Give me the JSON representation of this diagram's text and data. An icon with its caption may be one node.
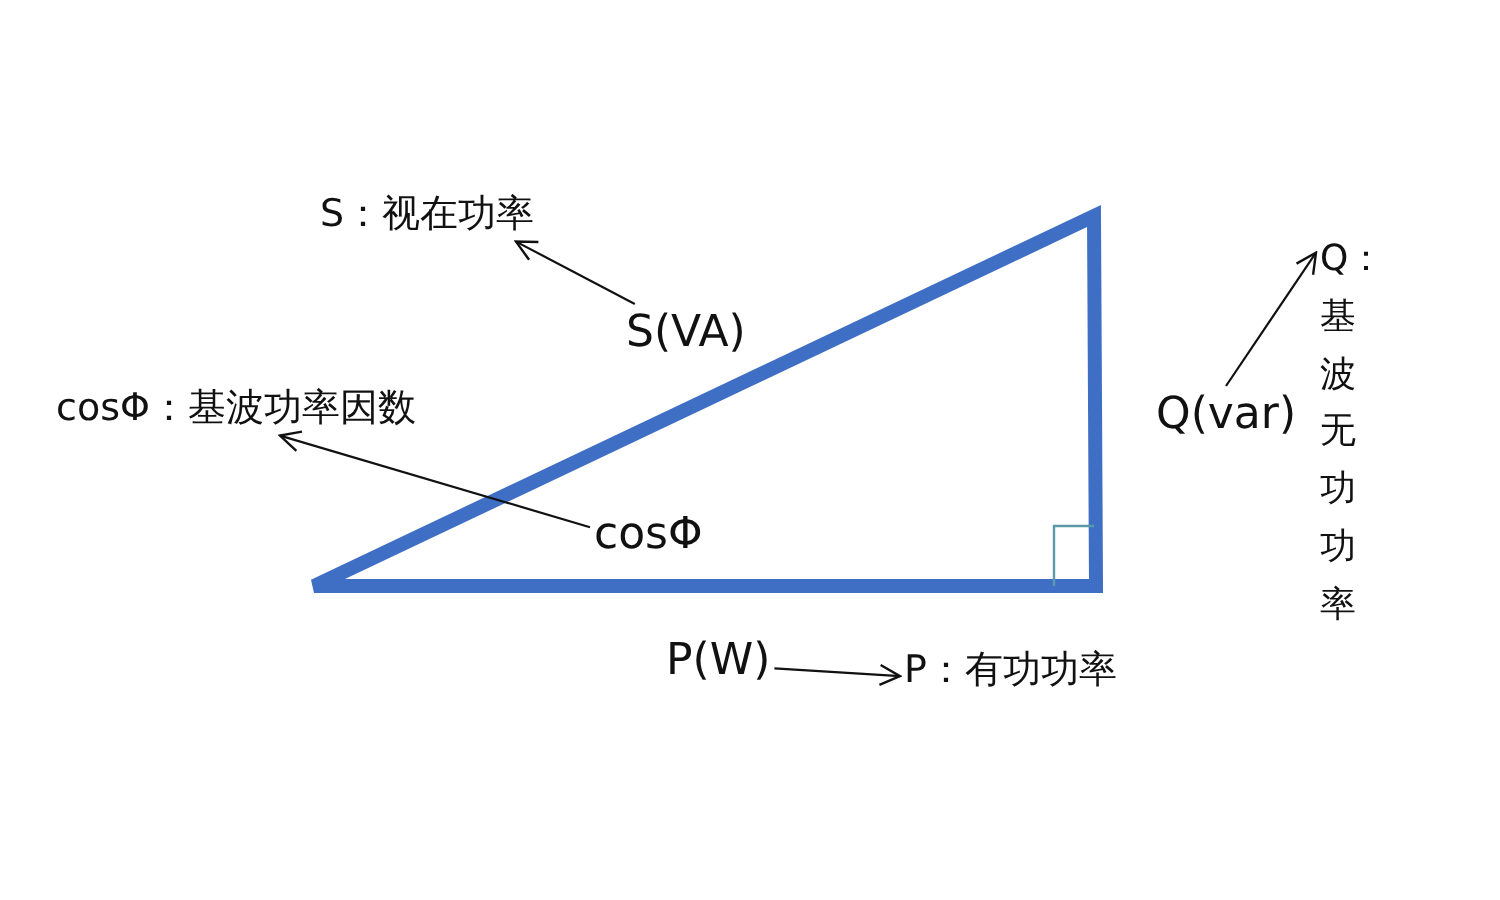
{
  "diagram": {
    "nodes": [
      {
        "text": [
          "S：视在功率"
        ]
      },
      {
        "text": [
          "S(VA)"
        ]
      },
      {
        "text": [
          "cosΦ：基波功率因数"
        ]
      },
      {
        "text": [
          "cosΦ"
        ]
      },
      {
        "text": [
          "Q：基波无功功率"
        ]
      },
      {
        "text": [
          "Q(var)"
        ]
      },
      {
        "text": [
          "P(W)"
        ]
      },
      {
        "text": [
          "P：有功功率"
        ]
      }
    ],
    "edges": [
      {
        "from": 1,
        "to": 0,
        "arrow": "to"
      },
      {
        "from": 3,
        "to": 2,
        "arrow": "to"
      },
      {
        "from": 5,
        "to": 4,
        "arrow": "to"
      },
      {
        "from": 6,
        "to": 7,
        "arrow": "to"
      }
    ]
  }
}
